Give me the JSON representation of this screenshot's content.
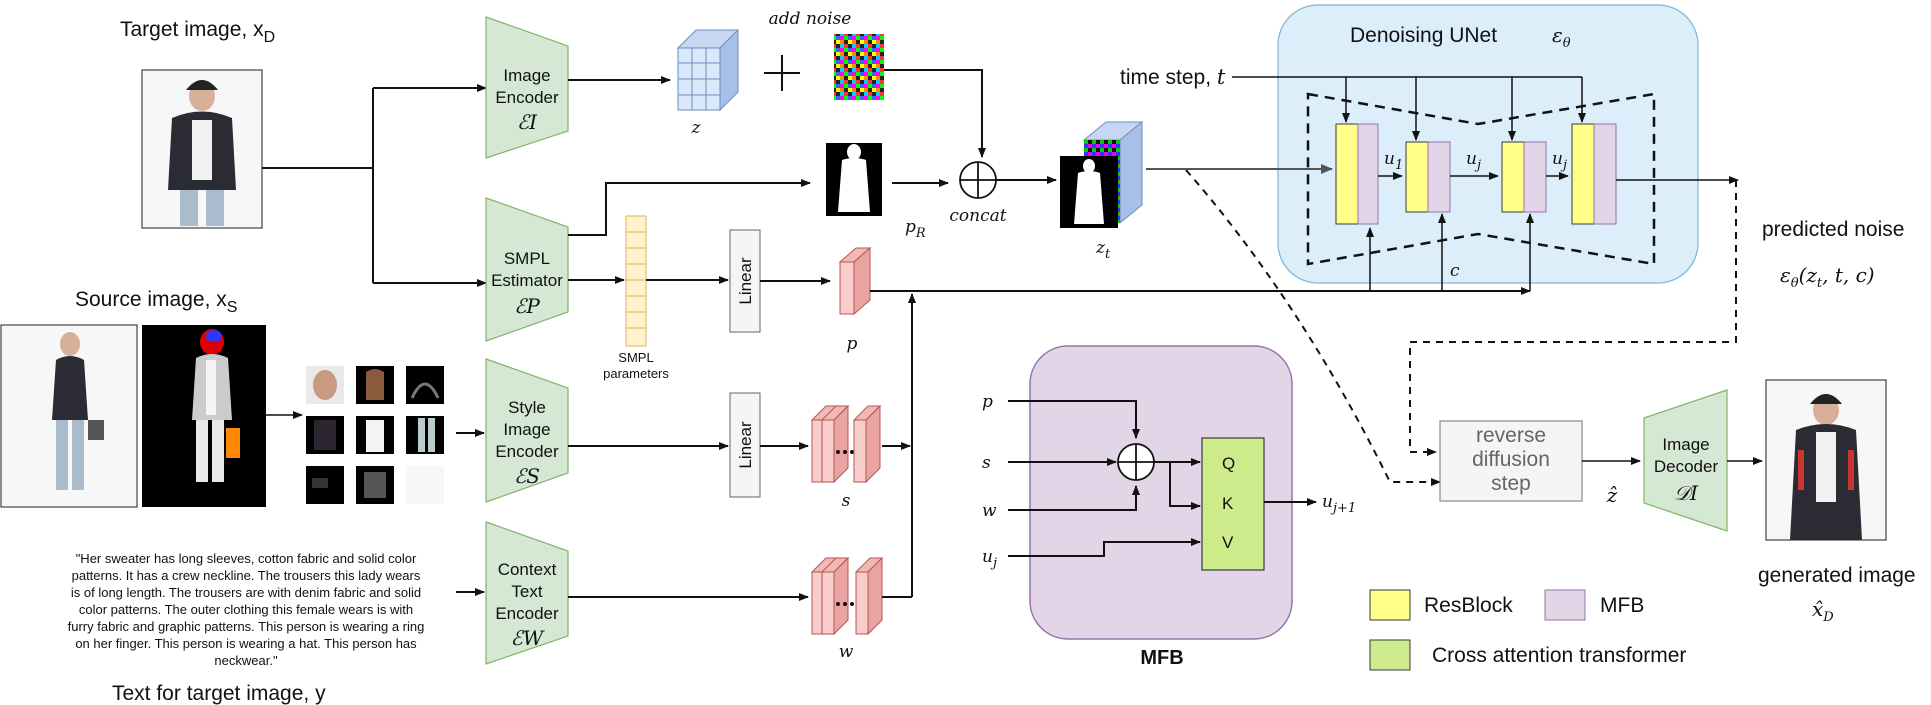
{
  "labels": {
    "target_image": "Target image, x",
    "target_image_sub": "D",
    "source_image": "Source image, x",
    "source_image_sub": "S",
    "text_target": "Text for target image, y",
    "add_noise": "add noise",
    "time_step": "time step, ",
    "time_step_var": "t",
    "denoising_unet": "Denoising UNet",
    "epsilon_theta": "εθ",
    "predicted_noise": "predicted noise",
    "predicted_noise_formula": "εθ(zt, t, c)",
    "generated_image": "generated image",
    "generated_formula": "x̂D",
    "concat": "concat",
    "smpl_parameters_line1": "SMPL",
    "smpl_parameters_line2": "parameters",
    "mfb_title": "MFB",
    "reverse_diffusion": [
      "reverse",
      "diffusion",
      "step"
    ],
    "z_hat": "ẑ"
  },
  "encoders": {
    "image_encoder": [
      "Image",
      "Encoder"
    ],
    "image_encoder_sym": "ℰI",
    "smpl_estimator": [
      "SMPL",
      "Estimator"
    ],
    "smpl_estimator_sym": "ℰP",
    "style_encoder": [
      "Style",
      "Image",
      "Encoder"
    ],
    "style_encoder_sym": "ℰS",
    "context_encoder": [
      "Context",
      "Text",
      "Encoder"
    ],
    "context_encoder_sym": "ℰW",
    "image_decoder": [
      "Image",
      "Decoder"
    ],
    "image_decoder_sym": "𝒟I"
  },
  "linear_label": "Linear",
  "variables": {
    "z": "z",
    "pR": "pR",
    "zt": "zt",
    "p": "p",
    "s": "s",
    "w": "w",
    "c": "c",
    "u1": "u1",
    "uj": "uj",
    "uj2": "uj",
    "mfb_p": "p",
    "mfb_s": "s",
    "mfb_w": "w",
    "mfb_uj": "uj",
    "mfb_out": "uj+1",
    "Q": "Q",
    "K": "K",
    "V": "V"
  },
  "legend": {
    "resblock": "ResBlock",
    "mfb": "MFB",
    "cross_attention": "Cross attention transformer"
  },
  "quote_lines": [
    "\"Her sweater has long sleeves, cotton fabric and solid color",
    "patterns. It has a crew neckline. The trousers this lady wears",
    "is of long length. The trousers are with denim fabric and solid",
    "color patterns. The outer clothing this female wears is with",
    "furry fabric and graphic patterns. This person is wearing a ring",
    "on her finger. This person is wearing a hat. This person has",
    "neckwear.\""
  ],
  "colors": {
    "encoder_fill": "#d5e8d4",
    "encoder_stroke": "#82b366",
    "unet_bg": "#dbeefa",
    "mfb_bg": "#e1d5e7",
    "resblock": "#ffff88",
    "cross_attention": "#cdeb8b",
    "feature_red": "#f8cecc",
    "smpl_vector": "#fff2cc"
  }
}
